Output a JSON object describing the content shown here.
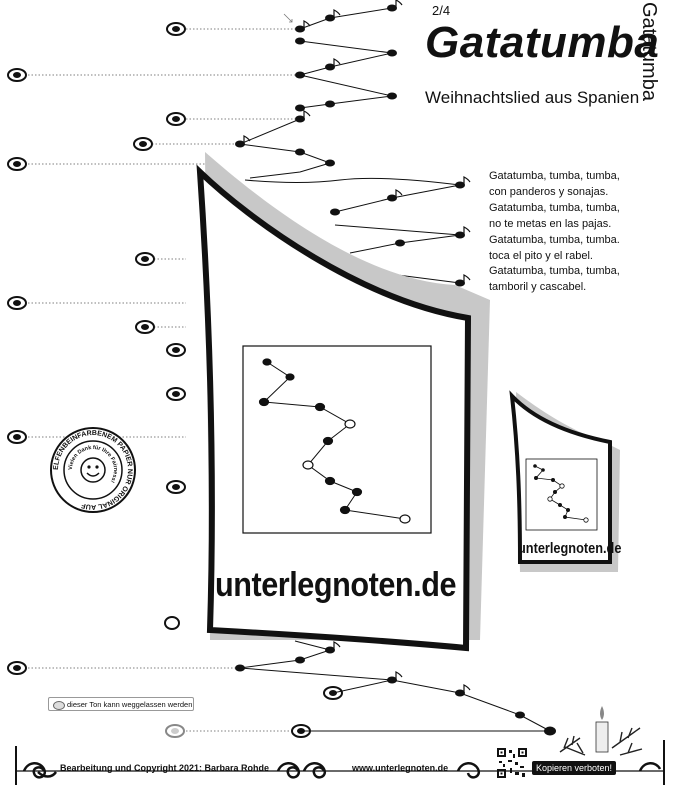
{
  "header": {
    "page_number": "2/4",
    "title": "Gatatumba",
    "subtitle": "Weihnachtslied aus Spanien",
    "side_title": "Gatatumba"
  },
  "lyrics": [
    "Gatatumba, tumba, tumba,",
    "con panderos y sonajas.",
    "Gatatumba, tumba, tumba,",
    "no te metas en las pajas.",
    "Gatatumba, tumba, tumba.",
    "toca el pito y el rabel.",
    "Gatatumba, tumba, tumba,",
    "tamboril y cascabel."
  ],
  "logo": {
    "big": "unterlegnoten.de",
    "small": "unterlegnoten.de"
  },
  "seal": {
    "text": "ELFENBEINFARBENEM PAPIER NUR ORIGINAL AUF",
    "thanks": "Vielen Dank für Ihre Fairness!"
  },
  "omit_note": "dieser Ton kann weggelassen werden",
  "footer": {
    "copyright": "Bearbeitung und Copyright 2021: Barbara Rohde",
    "url": "www.unterlegnoten.de",
    "badge": "Kopieren verboten!"
  },
  "colors": {
    "ink": "#111111",
    "shadow": "#c8c8c8",
    "paper": "#ffffff"
  }
}
